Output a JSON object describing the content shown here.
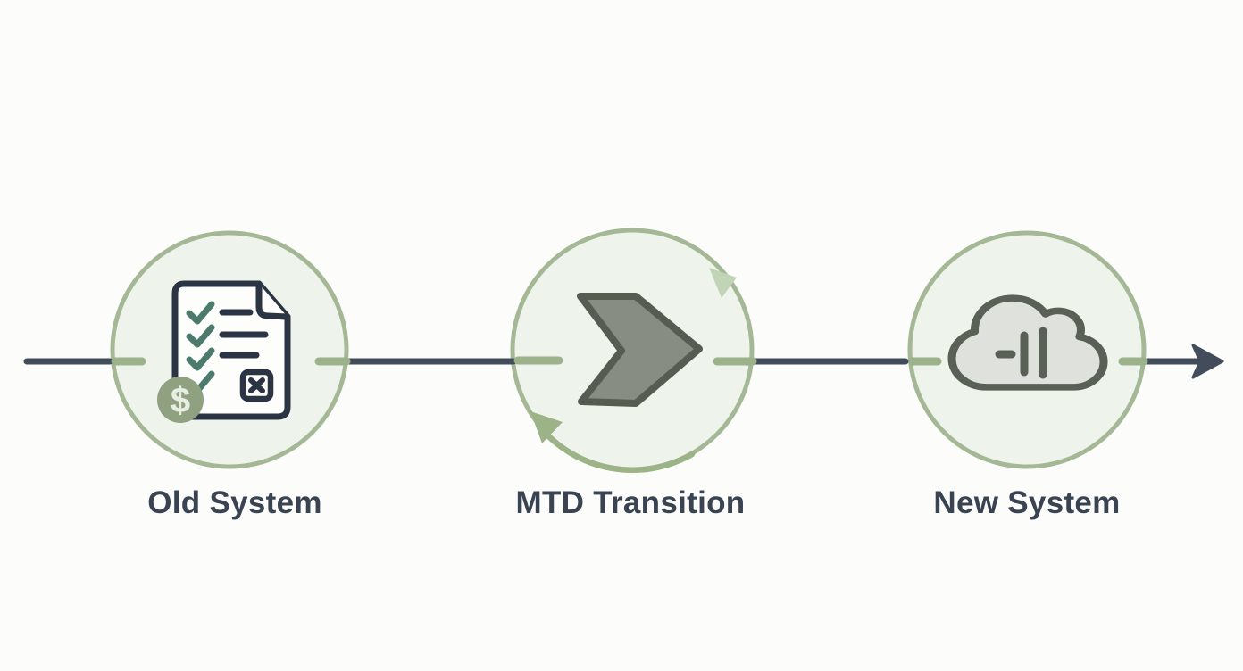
{
  "diagram": {
    "type": "process-flow",
    "flow_direction": "left-to-right",
    "stages": [
      {
        "id": "old-system",
        "label": "Old System",
        "icon": "invoice-checklist-icon"
      },
      {
        "id": "mtd-transition",
        "label": "MTD Transition",
        "icon": "transition-chevron-sync-icon"
      },
      {
        "id": "new-system",
        "label": "New System",
        "icon": "cloud-icon"
      }
    ],
    "coin_symbol": "$",
    "colors": {
      "background": "#fcfcfa",
      "circle_fill": "#eef3eb",
      "circle_border": "#a5b896",
      "connector": "#424c5a",
      "connector_stub": "#9cb28a",
      "label_text": "#3a4352",
      "icon_outline": "#2b3443",
      "check_mark": "#4c7a6d",
      "coin_fill": "#90a181",
      "coin_symbol": "#e9eee2",
      "chevron_fill": "#878d82",
      "chevron_outline": "#565c52",
      "cloud_fill": "#dfe2dc",
      "cloud_outline": "#596055",
      "cycle_arrow_light": "#c2d4b6",
      "cycle_arrow_dark": "#9cb287"
    }
  }
}
